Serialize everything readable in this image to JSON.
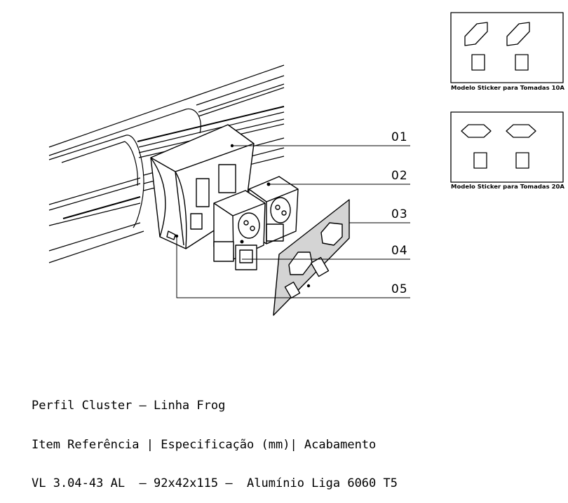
{
  "callouts": [
    "01",
    "02",
    "03",
    "04",
    "05"
  ],
  "stickers": [
    {
      "caption": "Modelo Sticker para Tomadas 10A"
    },
    {
      "caption": "Modelo Sticker para Tomadas 20A"
    }
  ],
  "spec": {
    "line1": "Perfil Cluster – Linha Frog",
    "line2": "Item Referência | Especificação (mm)| Acabamento",
    "line3": "VL 3.04-43 AL  – 92x42x115 –  Alumínio Liga 6060 T5"
  }
}
